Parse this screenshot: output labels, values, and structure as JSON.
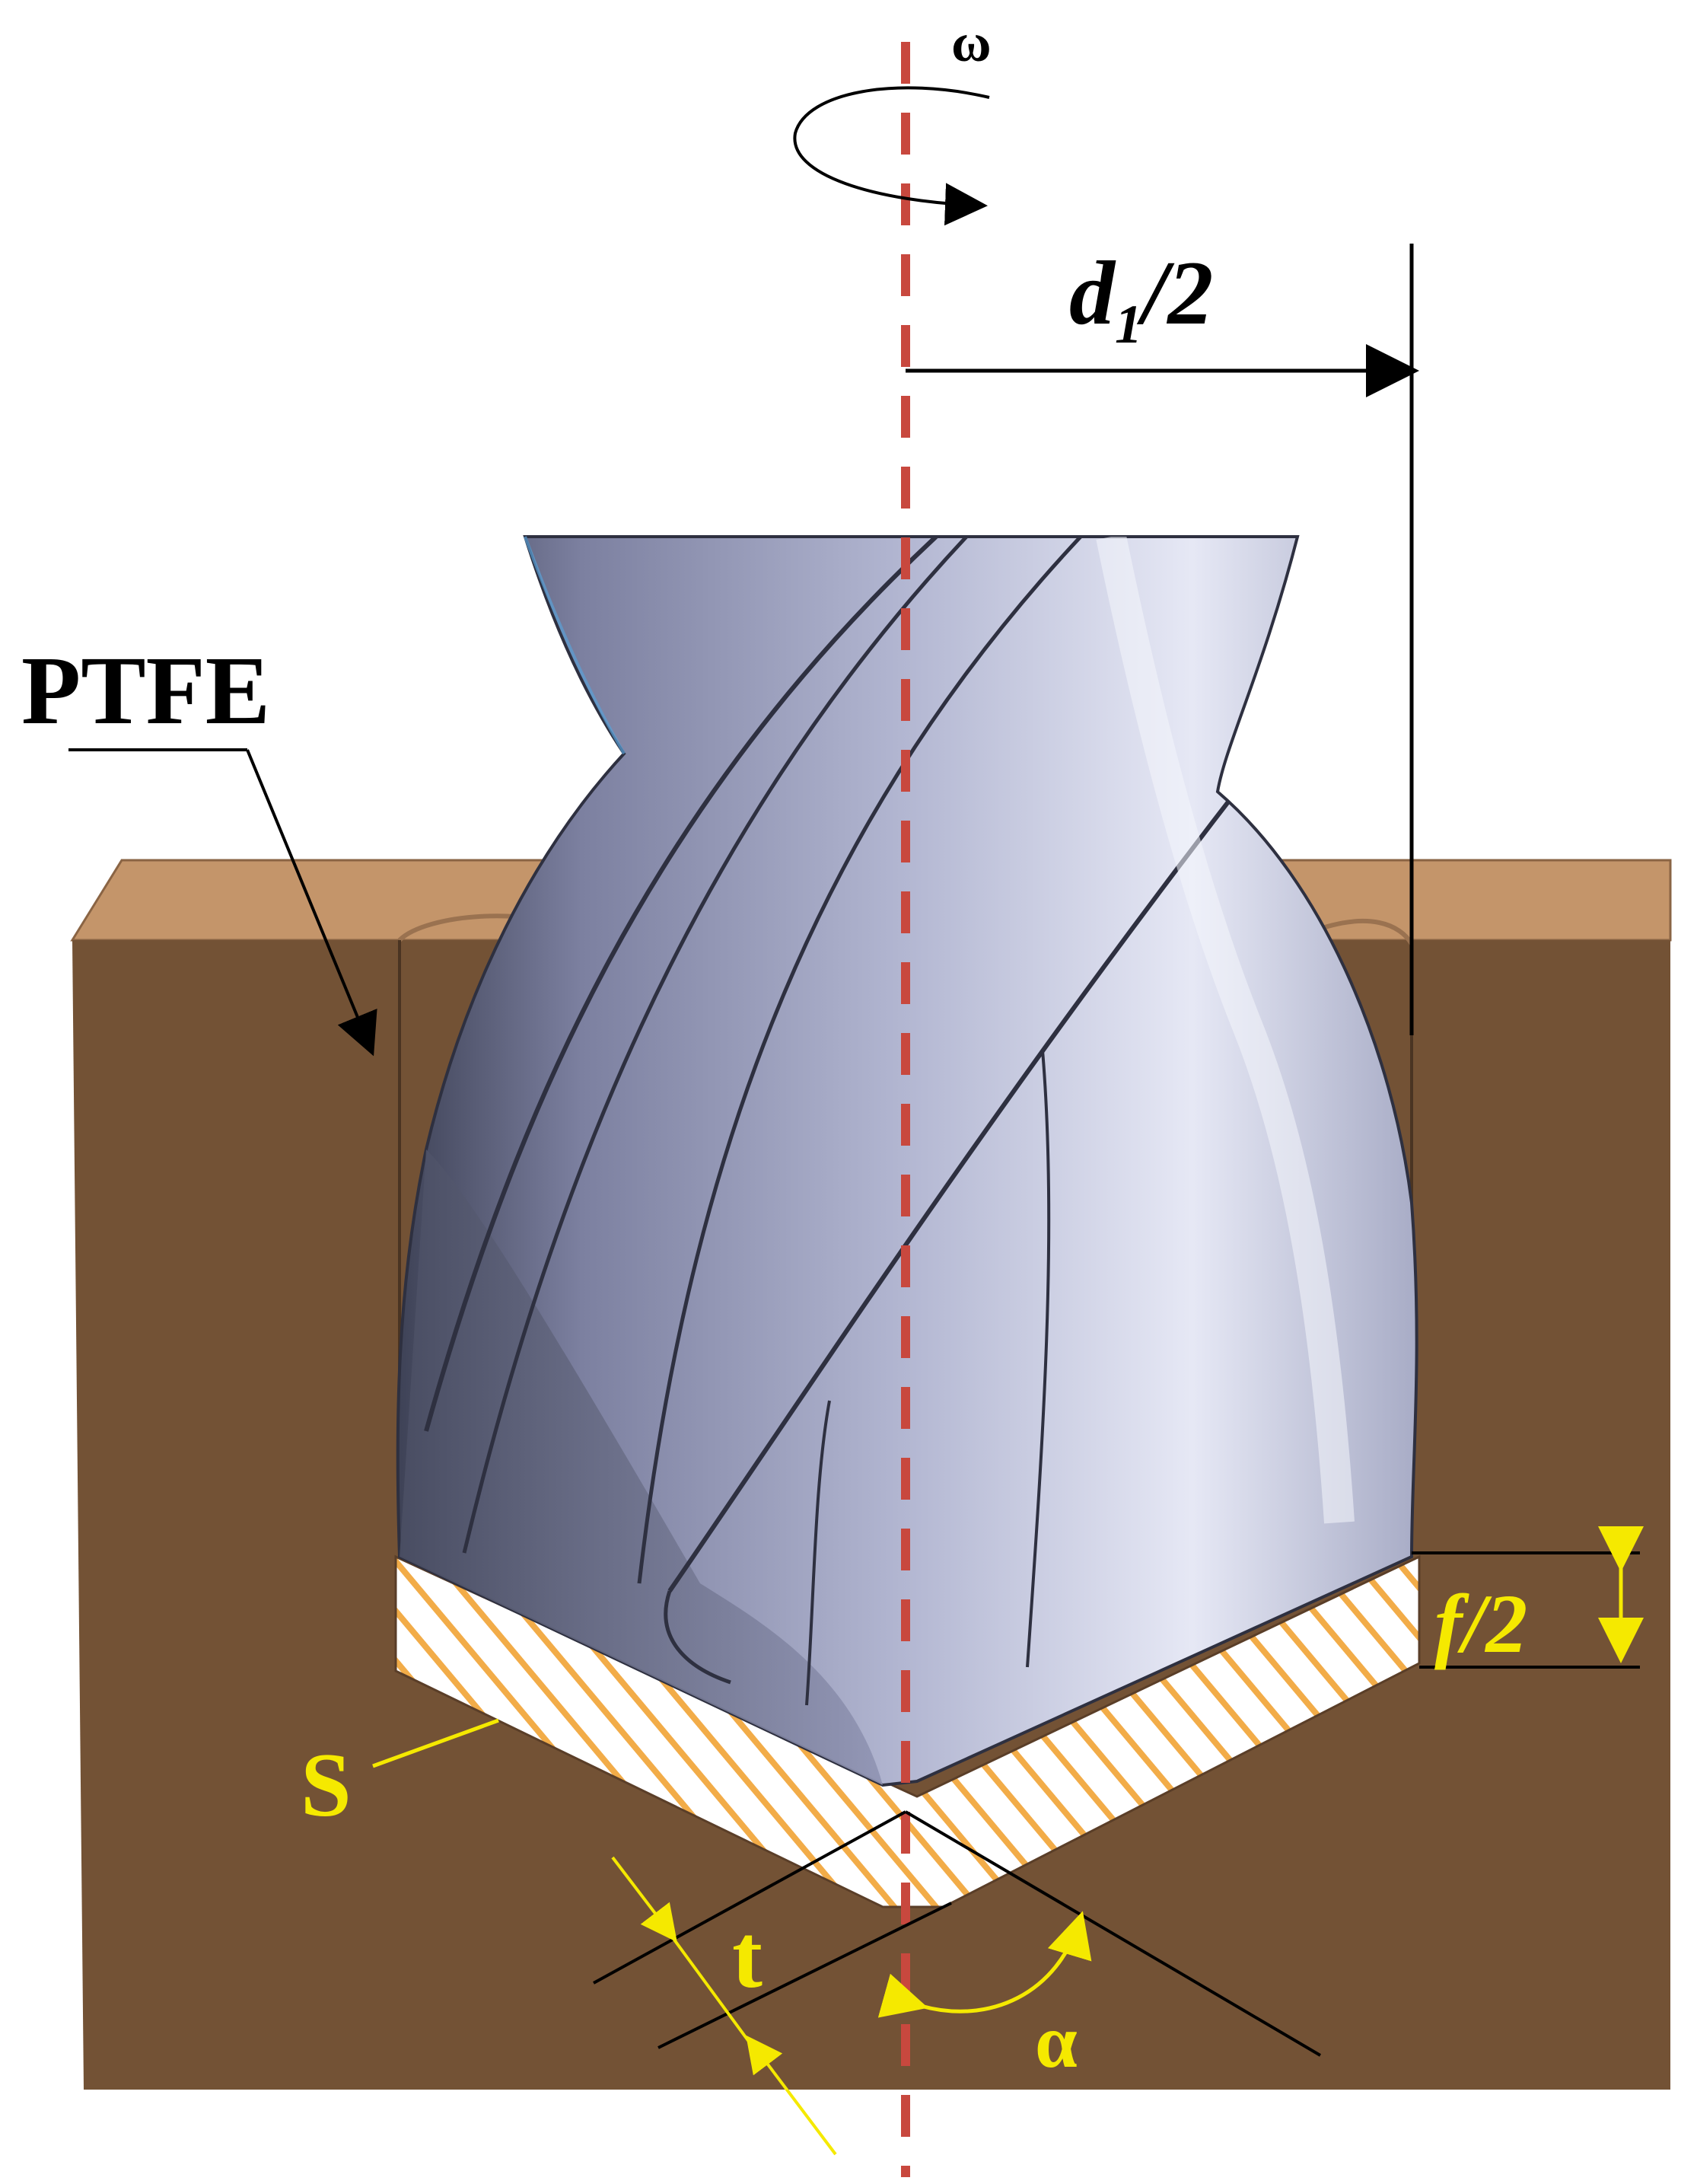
{
  "labels": {
    "omega": "ω",
    "radius": "d",
    "radius_sub": "1",
    "radius_tail": "/2",
    "material": "PTFE",
    "half_feed": "f/2",
    "section": "S",
    "thickness": "t",
    "angle": "α"
  },
  "colors": {
    "material_dark": "#735235",
    "material_top": "#c4956a",
    "drill_light": "#e3e5f2",
    "drill_mid": "#a9adca",
    "drill_dark": "#4c5066",
    "axis": "#c8483e",
    "annotation": "#f5e900",
    "hatch": "#f2ac48"
  }
}
